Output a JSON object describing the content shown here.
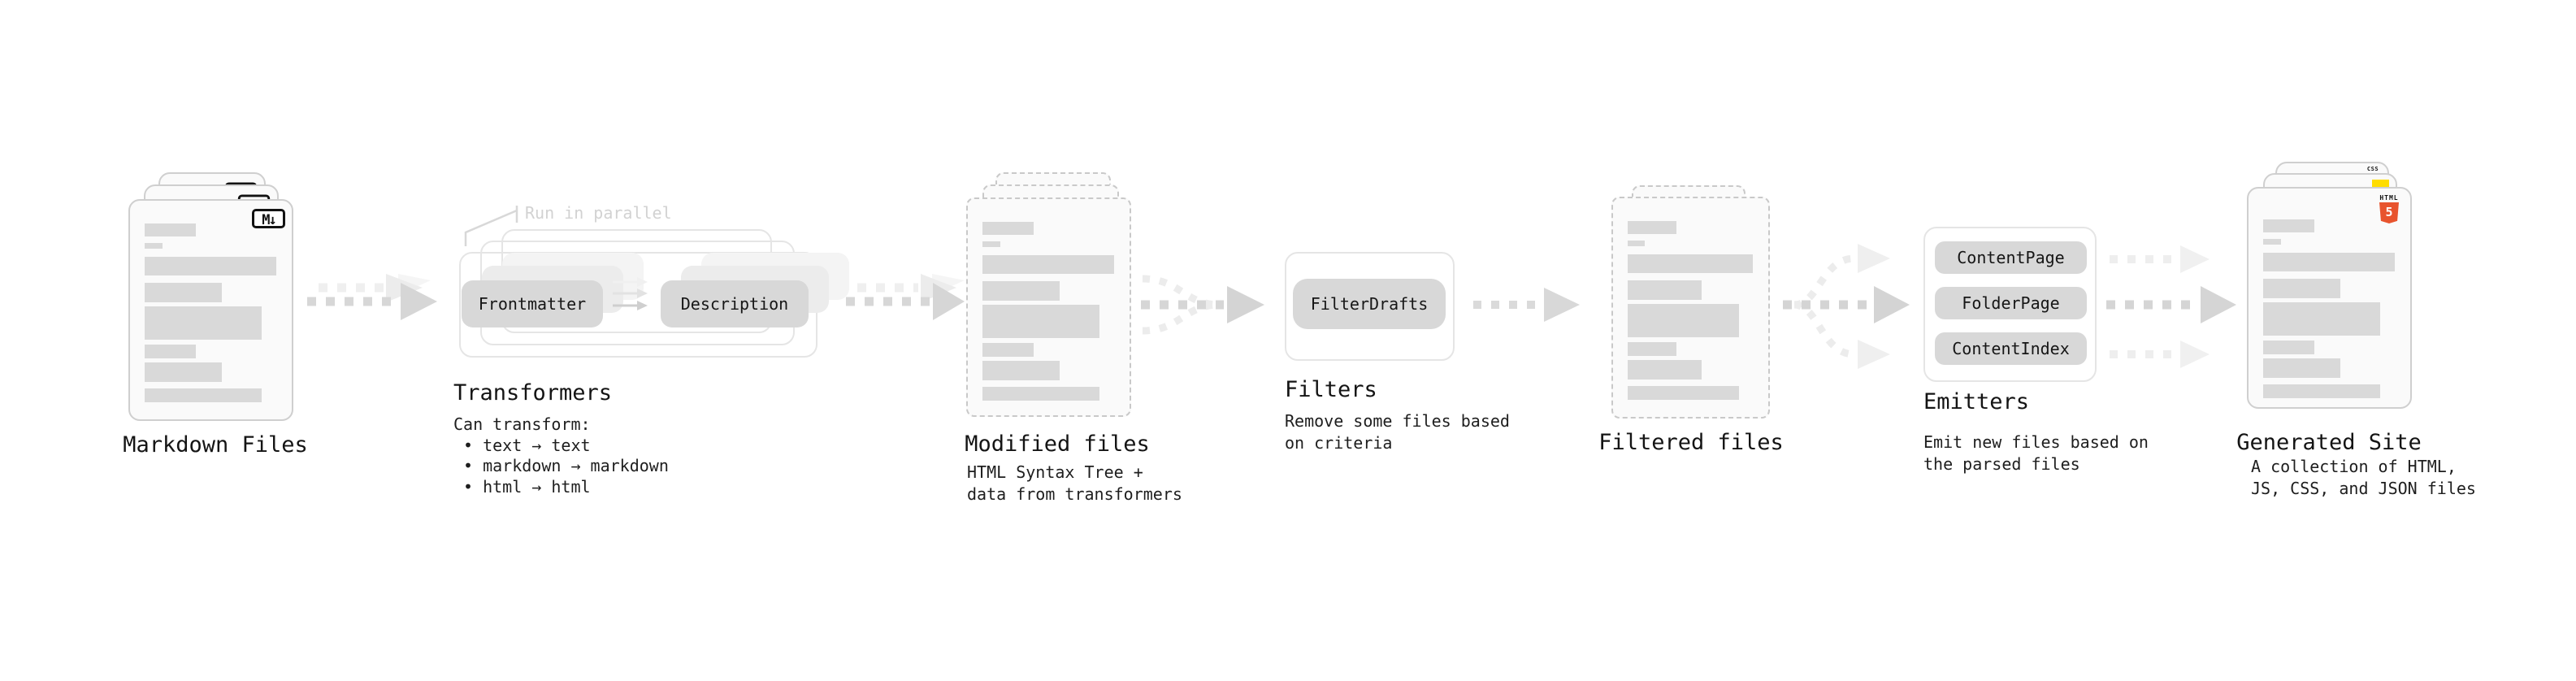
{
  "markdown_files": {
    "title": "Markdown Files",
    "logo_text": "M↓"
  },
  "transformers": {
    "parallel_label": "Run in parallel",
    "node_a": "Frontmatter",
    "node_b": "Description",
    "title": "Transformers",
    "desc_heading": "Can transform:",
    "bullet_1": "• text → text",
    "bullet_2": "• markdown → markdown",
    "bullet_3": "• html → html"
  },
  "modified_files": {
    "title": "Modified files",
    "desc_1": "HTML Syntax Tree +",
    "desc_2": "data from transformers"
  },
  "filters": {
    "node": "FilterDrafts",
    "title": "Filters",
    "desc_1": "Remove some files based",
    "desc_2": "on criteria"
  },
  "filtered_files": {
    "title": "Filtered files"
  },
  "emitters": {
    "node_1": "ContentPage",
    "node_2": "FolderPage",
    "node_3": "ContentIndex",
    "title": "Emitters",
    "desc_1": "Emit new files based on",
    "desc_2": "the parsed files"
  },
  "generated_site": {
    "title": "Generated Site",
    "desc_1": "A collection of HTML,",
    "desc_2": "JS, CSS, and JSON files",
    "css_badge": "CSS",
    "html_badge_label": "HTML",
    "html_badge_number": "5"
  },
  "colors": {
    "html_orange": "#e8542e",
    "js_yellow": "#ffdd00",
    "css_blue": "#2160f0",
    "arrow_gray": "#d6d6d6",
    "arrow_ghost": "#efefef"
  }
}
